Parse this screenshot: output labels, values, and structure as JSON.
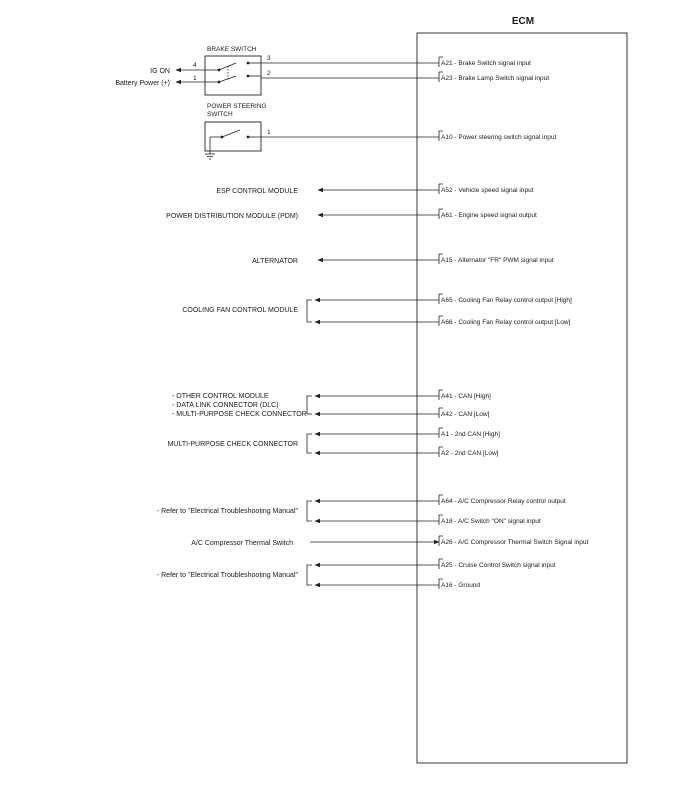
{
  "ecm": {
    "title": "ECM"
  },
  "brake_switch": {
    "title": "BRAKE SWITCH",
    "pin3": "3",
    "pin2": "2",
    "pin4": "4",
    "pin1": "1",
    "ig_on": "IG ON",
    "battery": "Battery Power (+)"
  },
  "power_steering": {
    "title_line1": "POWER STEERING",
    "title_line2": "SWITCH",
    "pin1": "1"
  },
  "pins": {
    "a21": {
      "code": "A21",
      "desc": " - Brake Switch signal input"
    },
    "a23": {
      "code": "A23",
      "desc": " - Brake Lamp Switch signal input"
    },
    "a10": {
      "code": "A10",
      "desc": " - Power steering switch signal input"
    },
    "a52": {
      "code": "A52",
      "desc": " - Vehicle speed signal input"
    },
    "a61": {
      "code": "A61",
      "desc": " - Engine speed signal output"
    },
    "a15": {
      "code": "A15",
      "desc": " - Alternator \"FR\" PWM signal input"
    },
    "a65": {
      "code": "A65",
      "desc": " - Cooling Fan Relay control output [High]"
    },
    "a66": {
      "code": "A66",
      "desc": " - Cooling Fan Relay control output [Low]"
    },
    "a41": {
      "code": "A41",
      "desc": " - CAN [High]"
    },
    "a42": {
      "code": "A42",
      "desc": " - CAN [Low]"
    },
    "a1": {
      "code": "A1",
      "desc": " - 2nd CAN [High]"
    },
    "a2": {
      "code": "A2",
      "desc": " - 2nd CAN [Low]"
    },
    "a64": {
      "code": "A64",
      "desc": " - A/C Compressor Relay control output"
    },
    "a18": {
      "code": "A18",
      "desc": " - A/C Switch \"ON\" signal input"
    },
    "a26": {
      "code": "A26",
      "desc": " - A/C Compressor Thermal Switch Signal input"
    },
    "a25": {
      "code": "A25",
      "desc": " - Cruise Control Switch signal input"
    },
    "a16": {
      "code": "A16",
      "desc": " - Ground"
    }
  },
  "modules": {
    "esp": "ESP CONTROL MODULE",
    "pdm": "POWER DISTRIBUTION MODULE (PDM)",
    "alternator": "ALTERNATOR",
    "cooling_fan": "COOLING FAN CONTROL MODULE",
    "other1": "- OTHER CONTROL MODULE",
    "other2": "- DATA LINK CONNECTOR (DLC)",
    "other3": "- MULTI-PURPOSE CHECK CONNECTOR",
    "mpcc": "MULTI-PURPOSE CHECK CONNECTOR",
    "refer1": "- Refer to \"Electrical Troubleshooting Manual\"",
    "thermal": "A/C Compressor Thermal Switch",
    "refer2": "- Refer to \"Electrical Troubleshooting Manual\""
  }
}
